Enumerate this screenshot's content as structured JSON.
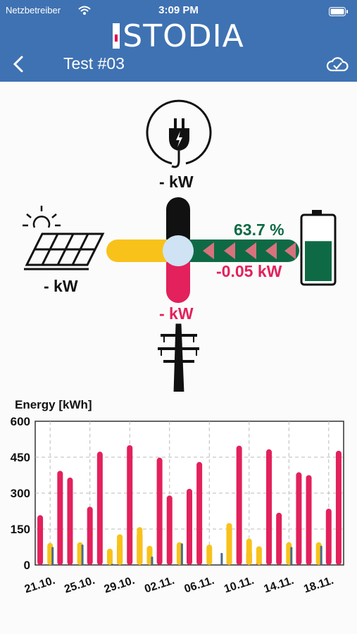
{
  "status_bar": {
    "carrier": "Netzbetreiber",
    "time": "3:09 PM"
  },
  "header": {
    "brand": "STODIA",
    "title": "Test #03",
    "back_icon": "chevron-left-icon",
    "cloud_icon": "cloud-check-icon"
  },
  "power_flow": {
    "home_value": "- kW",
    "solar_value": "- kW",
    "grid_value": "- kW",
    "battery_percent": "63.7 %",
    "battery_power": "-0.05 kW",
    "battery_level": 0.637,
    "colors": {
      "solar": "#f8c21b",
      "grid": "#e3215c",
      "home": "#111111",
      "battery": "#0e6a45",
      "hub": "#cfe3f5"
    }
  },
  "chart_data": {
    "type": "bar",
    "title": "Energy [kWh]",
    "ylim": [
      0,
      600
    ],
    "yticks": [
      0,
      150,
      300,
      450,
      600
    ],
    "xtick_labels": [
      "21.10.",
      "25.10.",
      "29.10.",
      "02.11.",
      "06.11.",
      "10.11.",
      "14.11.",
      "18.11."
    ],
    "days": 31,
    "series": [
      {
        "color": "#e3215c",
        "values": [
          208,
          0,
          393,
          365,
          0,
          243,
          473,
          0,
          90,
          500,
          135,
          0,
          448,
          290,
          0,
          318,
          430,
          0,
          0,
          160,
          498,
          60,
          15,
          483,
          218,
          0,
          387,
          375,
          0,
          235,
          477
        ]
      },
      {
        "color": "#f8c21b",
        "values": [
          0,
          92,
          0,
          0,
          95,
          0,
          0,
          68,
          128,
          0,
          158,
          80,
          0,
          0,
          95,
          0,
          0,
          85,
          0,
          175,
          0,
          110,
          78,
          0,
          0,
          95,
          0,
          0,
          95,
          0,
          0
        ]
      },
      {
        "color": "#4a6b8c",
        "values": [
          0,
          75,
          0,
          0,
          85,
          0,
          0,
          5,
          0,
          0,
          0,
          35,
          0,
          0,
          90,
          0,
          0,
          0,
          50,
          0,
          0,
          0,
          0,
          0,
          0,
          75,
          0,
          0,
          80,
          0,
          0
        ]
      }
    ]
  }
}
